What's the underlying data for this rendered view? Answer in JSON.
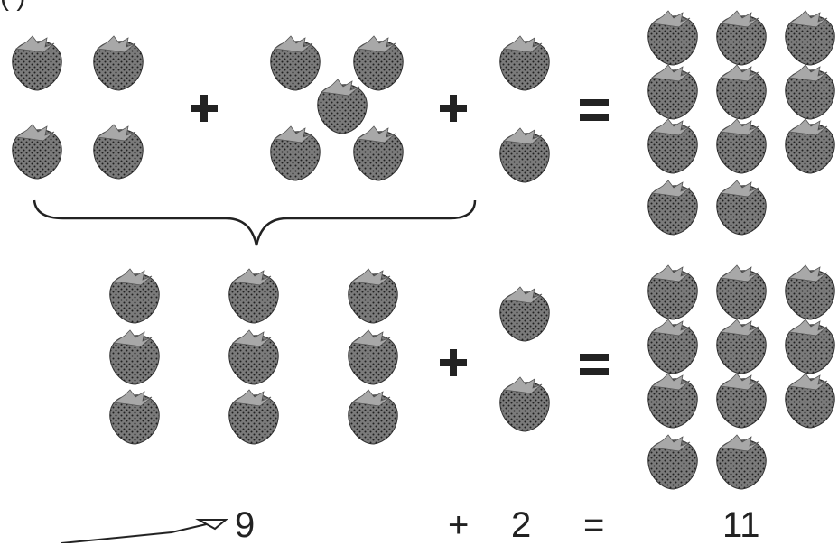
{
  "header_text": "(   )",
  "equation": {
    "first": "9",
    "plus": "+",
    "second": "2",
    "equals": "=",
    "result": "11"
  },
  "groups": {
    "row1_group_a": 4,
    "row1_group_b": 5,
    "row1_group_c": 2,
    "row1_total": 11,
    "row2_group_of_nine": 9,
    "row2_group_c": 2,
    "row2_total": 11
  },
  "symbols": [
    "plus-icon",
    "equals-icon",
    "brace-icon",
    "strawberry-icon",
    "arrow-icon"
  ],
  "colors": {
    "ink": "#222222",
    "berry_fill": "#7b7b7b",
    "seed": "#1f1f1f",
    "leaf": "#a8a8a8"
  }
}
